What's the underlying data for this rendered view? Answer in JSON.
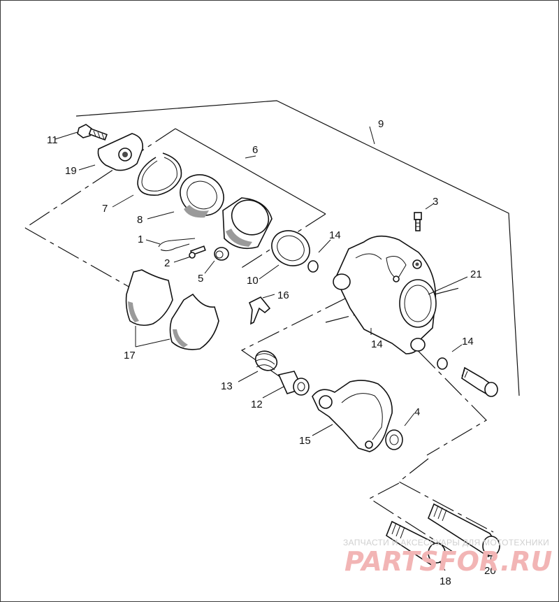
{
  "diagram": {
    "callouts": [
      {
        "id": "1",
        "label": "1"
      },
      {
        "id": "2",
        "label": "2"
      },
      {
        "id": "3",
        "label": "3"
      },
      {
        "id": "4",
        "label": "4"
      },
      {
        "id": "5",
        "label": "5"
      },
      {
        "id": "6",
        "label": "6"
      },
      {
        "id": "7",
        "label": "7"
      },
      {
        "id": "8",
        "label": "8"
      },
      {
        "id": "9",
        "label": "9"
      },
      {
        "id": "10",
        "label": "10"
      },
      {
        "id": "11",
        "label": "11"
      },
      {
        "id": "12",
        "label": "12"
      },
      {
        "id": "13",
        "label": "13"
      },
      {
        "id": "14a",
        "label": "14"
      },
      {
        "id": "14b",
        "label": "14"
      },
      {
        "id": "14c",
        "label": "14"
      },
      {
        "id": "15",
        "label": "15"
      },
      {
        "id": "16",
        "label": "16"
      },
      {
        "id": "17",
        "label": "17"
      },
      {
        "id": "18",
        "label": "18"
      },
      {
        "id": "19",
        "label": "19"
      },
      {
        "id": "20",
        "label": "20"
      },
      {
        "id": "21",
        "label": "21"
      }
    ]
  },
  "watermark": {
    "tagline": "ЗАПЧАСТИ И АКСЕССУАРЫ ДЛЯ МОТОТЕХНИКИ",
    "brand": "PARTSFOR.RU"
  }
}
